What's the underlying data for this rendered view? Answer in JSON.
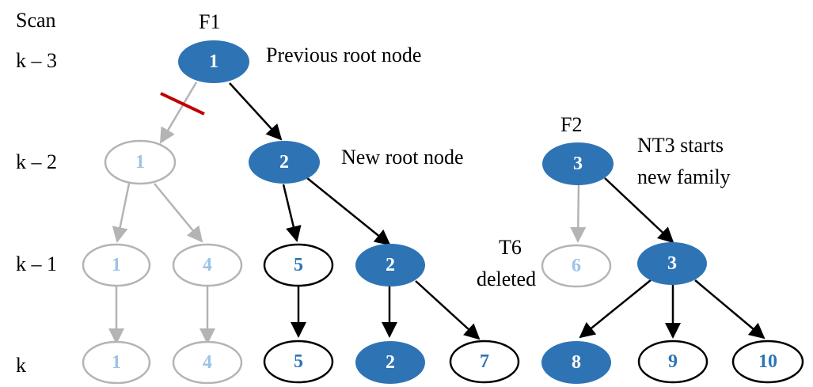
{
  "row_labels": [
    "Scan",
    "k – 3",
    "k – 2",
    "k – 1",
    "k"
  ],
  "family_labels": [
    "F1",
    "F2"
  ],
  "annotations": {
    "previous_root": "Previous root node",
    "new_root": "New root node",
    "nt3_line1": "NT3 starts",
    "nt3_line2": "new family",
    "t6_line1": "T6",
    "t6_line2": "deleted"
  },
  "colors": {
    "filled": "#2e74b5",
    "faded": "#b4b4b4",
    "faded_text": "#9dc3e6",
    "active": "#000000",
    "text_blue": "#2e74b5",
    "cut_mark": "#c00000"
  },
  "nodes": {
    "r1": "1",
    "g1": "1",
    "n2": "2",
    "n3": "3",
    "g1b": "1",
    "g4": "4",
    "n5": "5",
    "n2b": "2",
    "g6": "6",
    "n3b": "3",
    "g1c": "1",
    "g4b": "4",
    "n5b": "5",
    "n2c": "2",
    "n7": "7",
    "n8": "8",
    "n9": "9",
    "n10": "10"
  }
}
